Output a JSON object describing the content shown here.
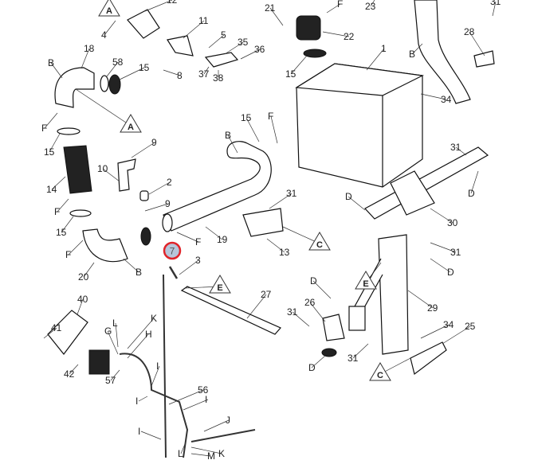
{
  "diagram": {
    "highlight": {
      "text": "7",
      "fill": "#b7c6da",
      "ring": "#e0242a"
    },
    "labels": [
      "A",
      "12",
      "11",
      "4",
      "5",
      "35",
      "36",
      "8",
      "37",
      "38",
      "18",
      "B",
      "58",
      "15",
      "A",
      "F",
      "15",
      "9",
      "10",
      "2",
      "14",
      "9",
      "F",
      "15",
      "F",
      "20",
      "B",
      "F",
      "19",
      "3",
      "E",
      "27",
      "40",
      "41",
      "L",
      "K",
      "G",
      "H",
      "42",
      "57",
      "I",
      "I",
      "56",
      "I",
      "J",
      "I",
      "L",
      "K",
      "M",
      "21",
      "F",
      "23",
      "22",
      "15",
      "1",
      "31",
      "28",
      "B",
      "34",
      "15",
      "B",
      "F",
      "31",
      "31",
      "D",
      "D",
      "C",
      "13",
      "30",
      "31",
      "D",
      "E",
      "D",
      "26",
      "31",
      "29",
      "34",
      "25",
      "31",
      "D",
      "C"
    ]
  }
}
